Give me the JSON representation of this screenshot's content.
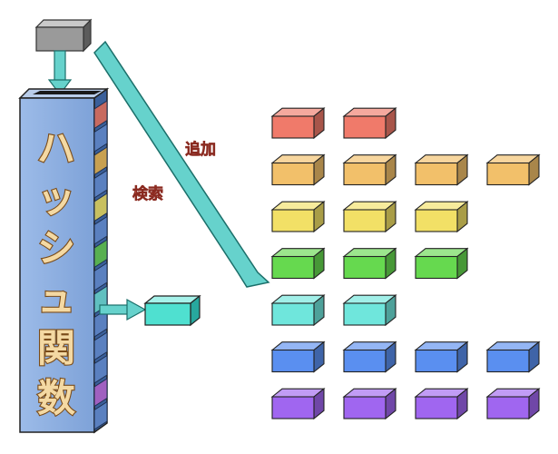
{
  "hash_function": {
    "label_chars": [
      "ハ",
      "ッ",
      "シ",
      "ュ",
      "関",
      "数"
    ]
  },
  "annotations": {
    "add_label": "追加",
    "search_label": "検索"
  },
  "colors": {
    "tower_front": "#8aaee0",
    "tower_side": "#3a5f9a",
    "key_block": "#9a9a9a",
    "arrow": "#66d2cc",
    "label_fill": "#f4d9a3",
    "label_stroke": "#7a4c1a",
    "annotation_text": "#e26a5a",
    "output_block": "#4fe0d0"
  },
  "buckets": [
    {
      "color": "#f07a6a",
      "count": 2
    },
    {
      "color": "#f2c06a",
      "count": 4
    },
    {
      "color": "#f2e066",
      "count": 3
    },
    {
      "color": "#66d94f",
      "count": 3
    },
    {
      "color": "#6fe6dc",
      "count": 2
    },
    {
      "color": "#5a8ff0",
      "count": 4
    },
    {
      "color": "#a066f0",
      "count": 4
    }
  ],
  "tower_segments": [
    "#c86a60",
    "#5a80c0",
    "#c8a050",
    "#5a80c0",
    "#c8c060",
    "#5a80c0",
    "#58b050",
    "#5a80c0",
    "#60c0c0",
    "#5a80c0",
    "#5a80c0",
    "#5a80c0",
    "#a060c0",
    "#5a80c0"
  ]
}
